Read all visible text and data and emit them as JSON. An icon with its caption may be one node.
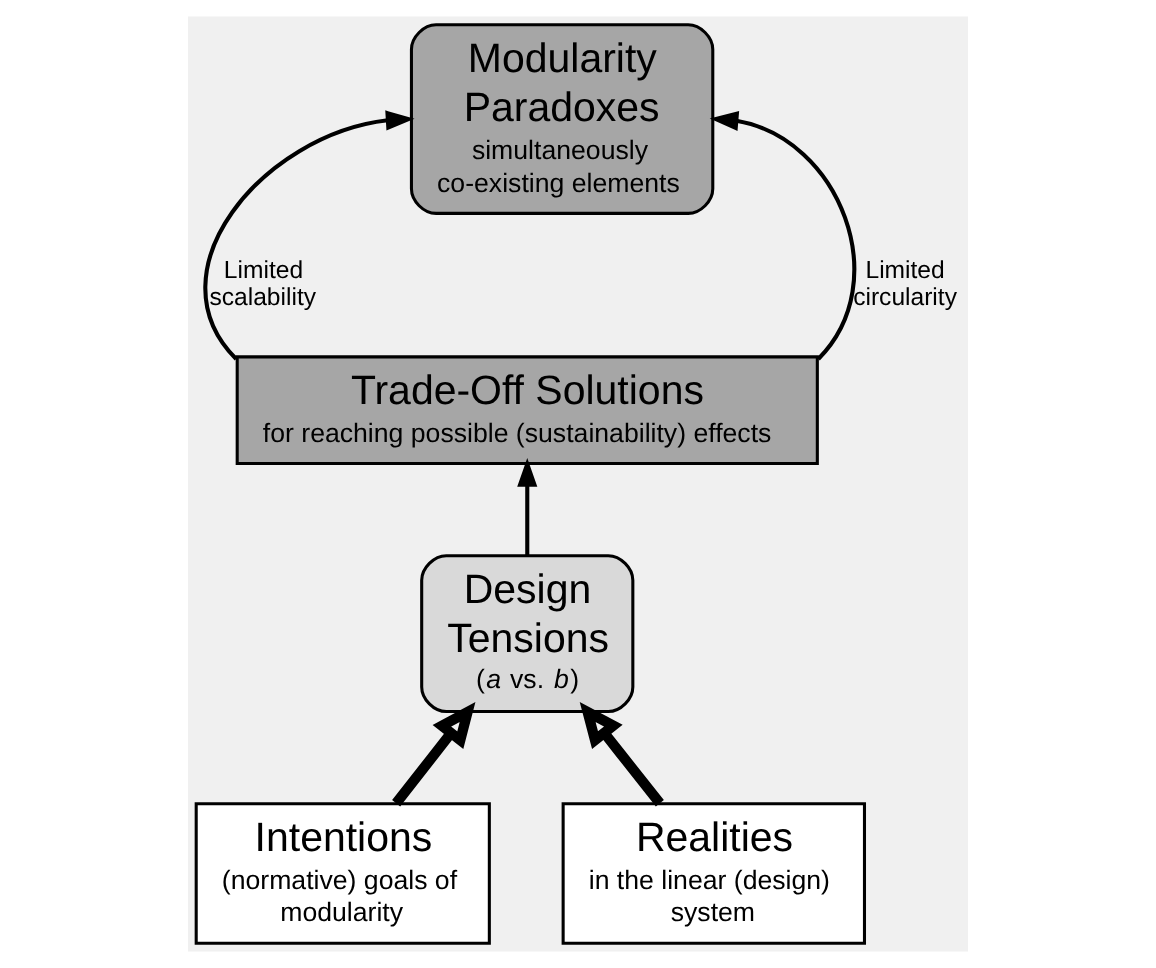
{
  "diagram": {
    "nodes": [
      {
        "text": [
          "Modularity Paradoxes",
          "simultaneously co-existing elements"
        ]
      },
      {
        "text": [
          "Trade-Off Solutions",
          "for reaching possible (sustainability) effects"
        ]
      },
      {
        "text": [
          "Intentions",
          "(normative) goals of modularity"
        ]
      },
      {
        "text": [
          "Design Tensions",
          "(*a* vs. *b*)"
        ]
      },
      {
        "text": [
          "Realities",
          "in the linear (design) system"
        ]
      }
    ],
    "edges": [
      {
        "from": 1,
        "to": 0,
        "arrow": "to",
        "label": "Limited scalability"
      },
      {
        "from": 1,
        "to": 0,
        "arrow": "to",
        "label": "Limited circularity"
      },
      {
        "from": 3,
        "to": 1,
        "arrow": "to"
      },
      {
        "from": 2,
        "to": 3,
        "arrow": "to",
        "style": "thick"
      },
      {
        "from": 4,
        "to": 3,
        "arrow": "to",
        "style": "thick"
      }
    ]
  }
}
